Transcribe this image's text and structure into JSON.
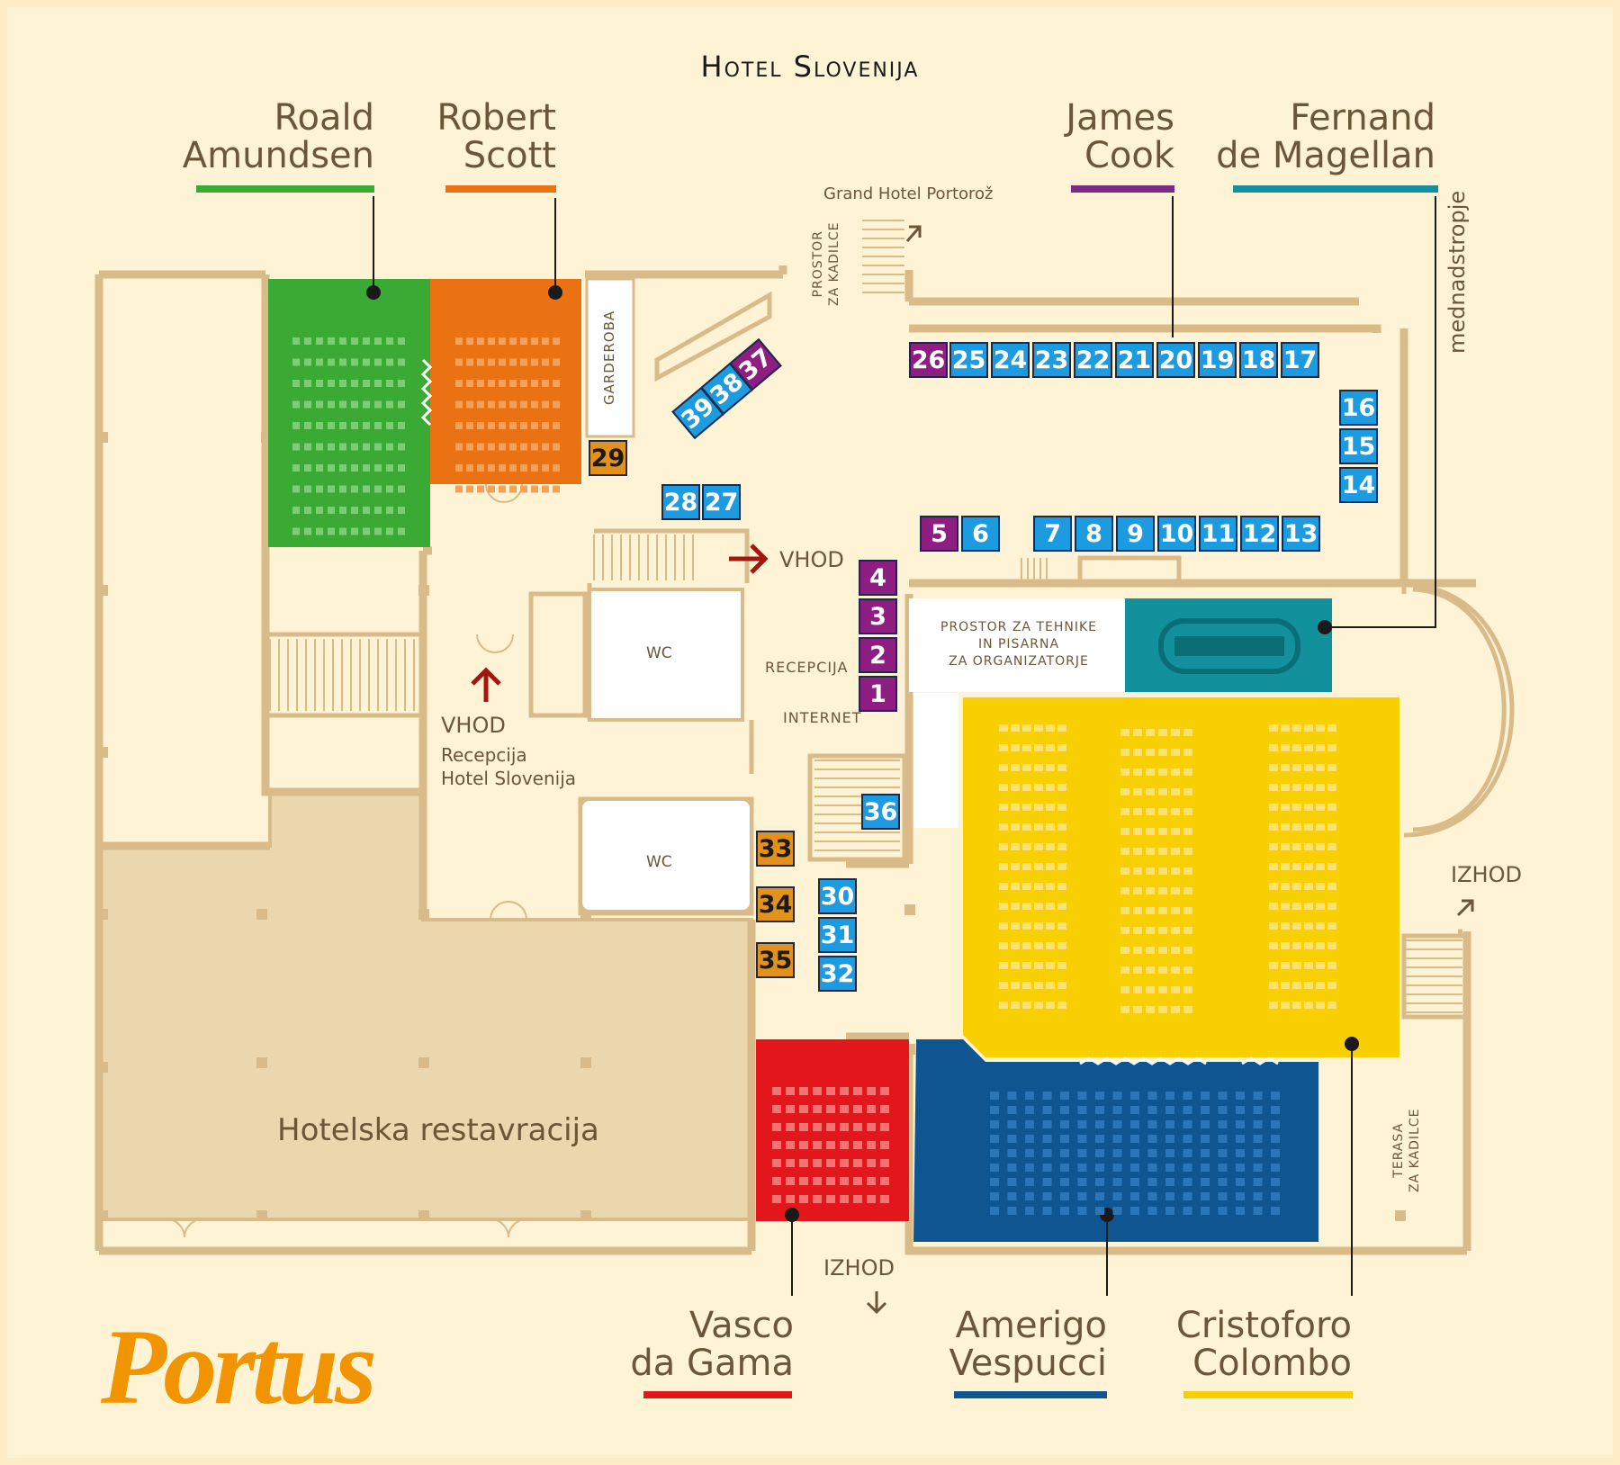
{
  "header": {
    "title": "Hotel Slovenija"
  },
  "rooms": {
    "roald_amundsen": {
      "line1": "Roald",
      "line2": "Amundsen",
      "color": "#3aaa35"
    },
    "robert_scott": {
      "line1": "Robert",
      "line2": "Scott",
      "color": "#ea7212"
    },
    "james_cook": {
      "line1": "James",
      "line2": "Cook",
      "color": "#7b2b83"
    },
    "fernand_de_magellan": {
      "line1": "Fernand",
      "line2": "de Magellan",
      "color": "#12909c"
    },
    "vasco_da_gama": {
      "line1": "Vasco",
      "line2": "da Gama",
      "color": "#e3161b"
    },
    "amerigo_vespucci": {
      "line1": "Amerigo",
      "line2": "Vespucci",
      "color": "#0f5591"
    },
    "cristoforo_colombo": {
      "line1": "Cristoforo",
      "line2": "Colombo",
      "color": "#f8cf00"
    }
  },
  "labels": {
    "grand_hotel": "Grand Hotel Portorož",
    "prostor_line1": "PROSTOR",
    "prostor_line2": "ZA KADILCE",
    "garderoba": "GARDEROBA",
    "mednadstropje": "mednadstropje",
    "vhod_main": "VHOD",
    "vhod_hotel": "VHOD",
    "recepcija_hotel_line1": "Recepcija",
    "recepcija_hotel_line2": "Hotel Slovenija",
    "recepcija": "RECEPCIJA",
    "internet": "INTERNET",
    "wc_top": "WC",
    "wc_bottom": "WC",
    "tech_line1": "PROSTOR ZA TEHNIKE",
    "tech_line2": "IN PISARNA",
    "tech_line3": "ZA ORGANIZATORJE",
    "izhod_right": "IZHOD",
    "izhod_bottom": "IZHOD",
    "terasa_line1": "TERASA",
    "terasa_line2": "ZA KADILCE",
    "restaurant": "Hotelska restavracija",
    "brand": "Portus"
  },
  "booths": {
    "b1": "1",
    "b2": "2",
    "b3": "3",
    "b4": "4",
    "b5": "5",
    "b6": "6",
    "b7": "7",
    "b8": "8",
    "b9": "9",
    "b10": "10",
    "b11": "11",
    "b12": "12",
    "b13": "13",
    "b14": "14",
    "b15": "15",
    "b16": "16",
    "b17": "17",
    "b18": "18",
    "b19": "19",
    "b20": "20",
    "b21": "21",
    "b22": "22",
    "b23": "23",
    "b24": "24",
    "b25": "25",
    "b26": "26",
    "b27": "27",
    "b28": "28",
    "b29": "29",
    "b30": "30",
    "b31": "31",
    "b32": "32",
    "b33": "33",
    "b34": "34",
    "b35": "35",
    "b36": "36",
    "b37": "37",
    "b38": "38",
    "b39": "39"
  },
  "colors": {
    "background": "#fef3d4",
    "booth_blue": "#1c9be0",
    "booth_purple": "#8e1e82",
    "booth_orange": "#e2921c",
    "arrow_red": "#a3160f",
    "brand": "#f29400",
    "wall": "#d9bb8a",
    "restaurant": "#ead7ad"
  }
}
